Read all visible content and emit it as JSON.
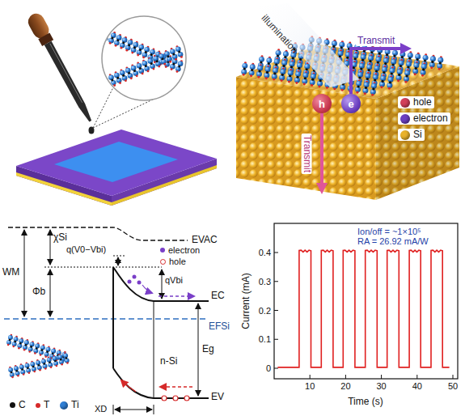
{
  "diagram": {
    "nodes": [
      {
        "text": [
          "h"
        ]
      },
      {
        "text": [
          "e"
        ]
      }
    ],
    "labels": [
      "illumination",
      "Transmit",
      "Transmit",
      "χSi",
      "EVAC",
      "WM",
      "Φb",
      "q(V0−Vbi)",
      "qVbi",
      "EC",
      "EFSi",
      "Eg",
      "EV",
      "XD",
      "n-Si",
      "Ion/off = ~1×10⁵",
      "RA = 26.92 mA/W",
      "Current (mA)",
      "Time (s)",
      "0",
      "0.1",
      "0.2",
      "0.3",
      "0.4",
      "10",
      "20",
      "30",
      "40",
      "50"
    ],
    "legend": [
      {
        "text": "hole",
        "color": "#d2405a"
      },
      {
        "text": "electron",
        "color": "#6b3fc0"
      },
      {
        "text": "Si",
        "color": "#e9b22a"
      },
      {
        "text": "electron",
        "color": "#7a3fc8"
      },
      {
        "text": "hole"
      },
      {
        "text": "C",
        "color": "#111111"
      },
      {
        "text": "T",
        "color": "#d62a2a"
      },
      {
        "text": "Ti",
        "color": "#2f7fd6"
      }
    ]
  }
}
